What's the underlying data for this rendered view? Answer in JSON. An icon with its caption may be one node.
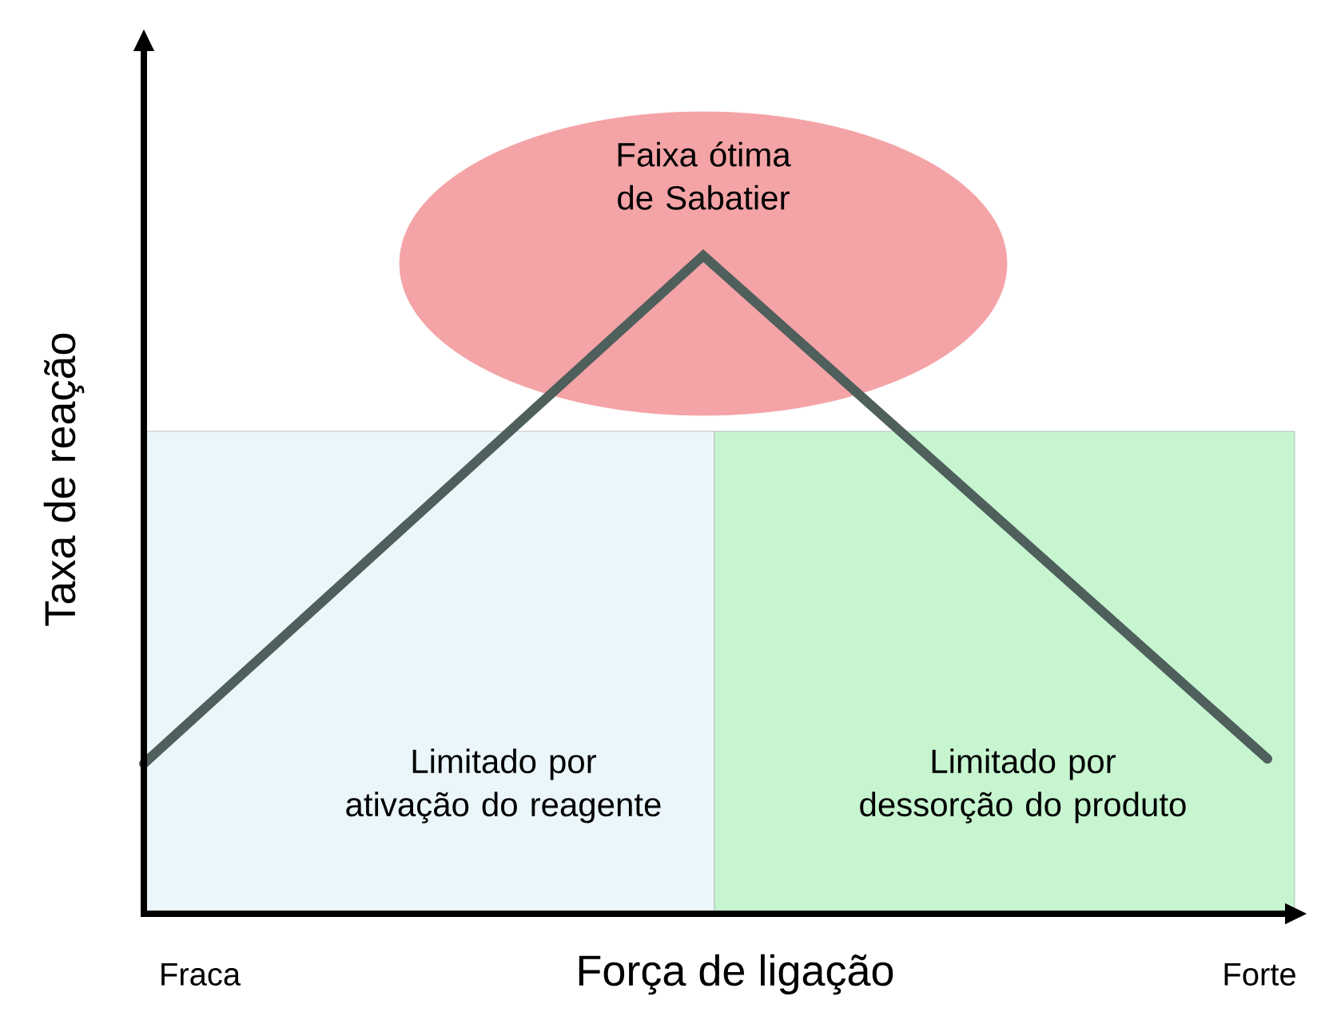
{
  "diagram": {
    "nodes": [
      {
        "text": [
          "Faixa ótima de Sabatier"
        ]
      },
      {
        "text": [
          "Limitado por ativação do reagente"
        ]
      },
      {
        "text": [
          "Limitado por dessorção do produto"
        ]
      }
    ],
    "labels": [
      "Taxa de reação",
      "Fraca",
      "Força de ligação",
      "Forte"
    ]
  }
}
